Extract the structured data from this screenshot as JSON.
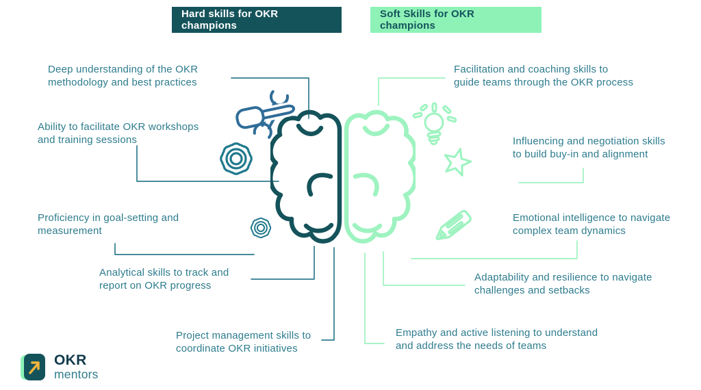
{
  "title_badges": {
    "hard": "Hard skills for OKR champions",
    "soft": "Soft Skills for OKR champions"
  },
  "hard_skills": [
    "Deep understanding of the OKR\nmethodology and best practices",
    "Ability to facilitate OKR workshops\nand training sessions",
    "Proficiency in goal-setting and\nmeasurement",
    "Analytical skills to track and\nreport on OKR progress",
    "Project management skills to\ncoordinate OKR initiatives"
  ],
  "soft_skills": [
    "Facilitation and coaching skills to\nguide teams through the OKR process",
    "Influencing and negotiation skills\nto build buy-in and alignment",
    "Emotional intelligence to navigate\ncomplex team dynamics",
    "Adaptability and resilience to navigate\nchallenges and setbacks",
    "Empathy and active listening to understand\nand address the needs of teams"
  ],
  "icons": {
    "center": "split-brain-icon",
    "hard_side": [
      "screwdriver-wrench-icon",
      "gear-icon",
      "small-gear-icon"
    ],
    "soft_side": [
      "lightbulb-icon",
      "star-icon",
      "pencil-icon"
    ],
    "logo_arrow": "arrow-up-right-icon"
  },
  "logo": {
    "name": "OKR",
    "subtitle": "mentors"
  },
  "colors": {
    "dark_teal": "#15535b",
    "teal_text": "#2e7c8e",
    "mint": "#8ef2b7",
    "mint_line": "#9ef3c0",
    "tools_blue": "#2f6d98",
    "gear_teal": "#20798c",
    "yellow": "#f5b73d",
    "logo_dark": "#123c4d",
    "white": "#ffffff"
  }
}
